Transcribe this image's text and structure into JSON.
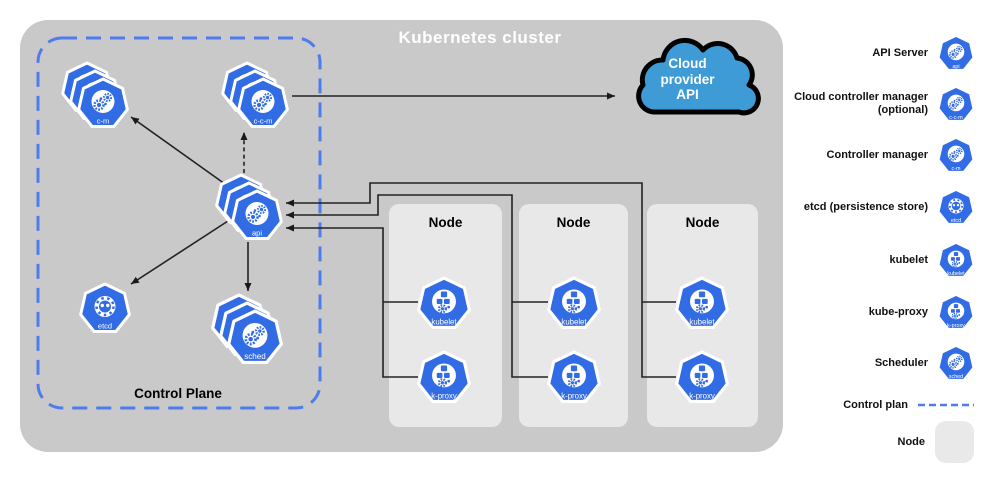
{
  "diagram": {
    "title": "Kubernetes cluster",
    "control_plane_label": "Control Plane",
    "cloud": {
      "label_lines": [
        "Cloud",
        "provider",
        "API"
      ]
    },
    "icon_labels": {
      "api": "api",
      "ccm": "c-c-m",
      "cm": "c-m",
      "etcd": "etcd",
      "sched": "sched",
      "kubelet": "kubelet",
      "kproxy": "k-proxy"
    },
    "nodes": [
      {
        "title": "Node"
      },
      {
        "title": "Node"
      },
      {
        "title": "Node"
      }
    ],
    "connections": [
      {
        "from": "api",
        "to": "c-m",
        "style": "solid-arrow"
      },
      {
        "from": "api",
        "to": "c-c-m",
        "style": "dashed-arrow"
      },
      {
        "from": "api",
        "to": "etcd",
        "style": "solid-arrow"
      },
      {
        "from": "api",
        "to": "sched",
        "style": "solid-arrow"
      },
      {
        "from": "c-c-m",
        "to": "cloud-provider-api",
        "style": "solid-arrow"
      },
      {
        "from": "node-1",
        "to": "api",
        "style": "solid-arrow"
      },
      {
        "from": "node-2",
        "to": "api",
        "style": "solid-arrow"
      },
      {
        "from": "node-3",
        "to": "api",
        "style": "solid-arrow"
      }
    ]
  },
  "legend": {
    "items": [
      {
        "label": "API Server"
      },
      {
        "label": "Cloud controller manager (optional)"
      },
      {
        "label": "Controller manager"
      },
      {
        "label": "etcd (persistence store)"
      },
      {
        "label": "kubelet"
      },
      {
        "label": "kube-proxy"
      },
      {
        "label": "Scheduler"
      },
      {
        "label": "Control plan"
      },
      {
        "label": "Node"
      }
    ]
  },
  "colors": {
    "kubernetes_blue": "#326ce5",
    "cloud_blue": "#3e9bd6",
    "cluster_gray": "#c9c9c9",
    "node_gray": "#e8e8e8",
    "control_plane_dash": "#4e7cec",
    "connector": "#222222"
  }
}
